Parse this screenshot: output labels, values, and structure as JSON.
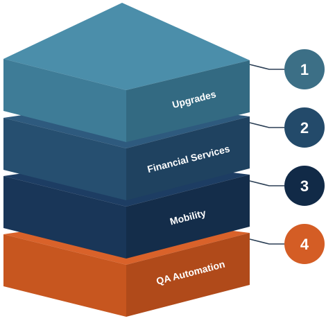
{
  "layers": [
    {
      "label": "Upgrades",
      "number": "1",
      "top_color": "#4b8eaa",
      "front_color": "#3e7c97",
      "side_color": "#336a82",
      "badge_color": "#3c6f86"
    },
    {
      "label": "Financial Services",
      "number": "2",
      "top_color": "#2e5a7e",
      "front_color": "#264f70",
      "side_color": "#1f4260",
      "badge_color": "#234a6a"
    },
    {
      "label": "Mobility",
      "number": "3",
      "top_color": "#1d3d63",
      "front_color": "#193658",
      "side_color": "#142d4a",
      "badge_color": "#112a47"
    },
    {
      "label": "QA Automation",
      "number": "4",
      "top_color": "#d9622a",
      "front_color": "#c7561f",
      "side_color": "#b04a1a",
      "badge_color": "#d45d25"
    }
  ],
  "connector_color": "#2b3f55"
}
